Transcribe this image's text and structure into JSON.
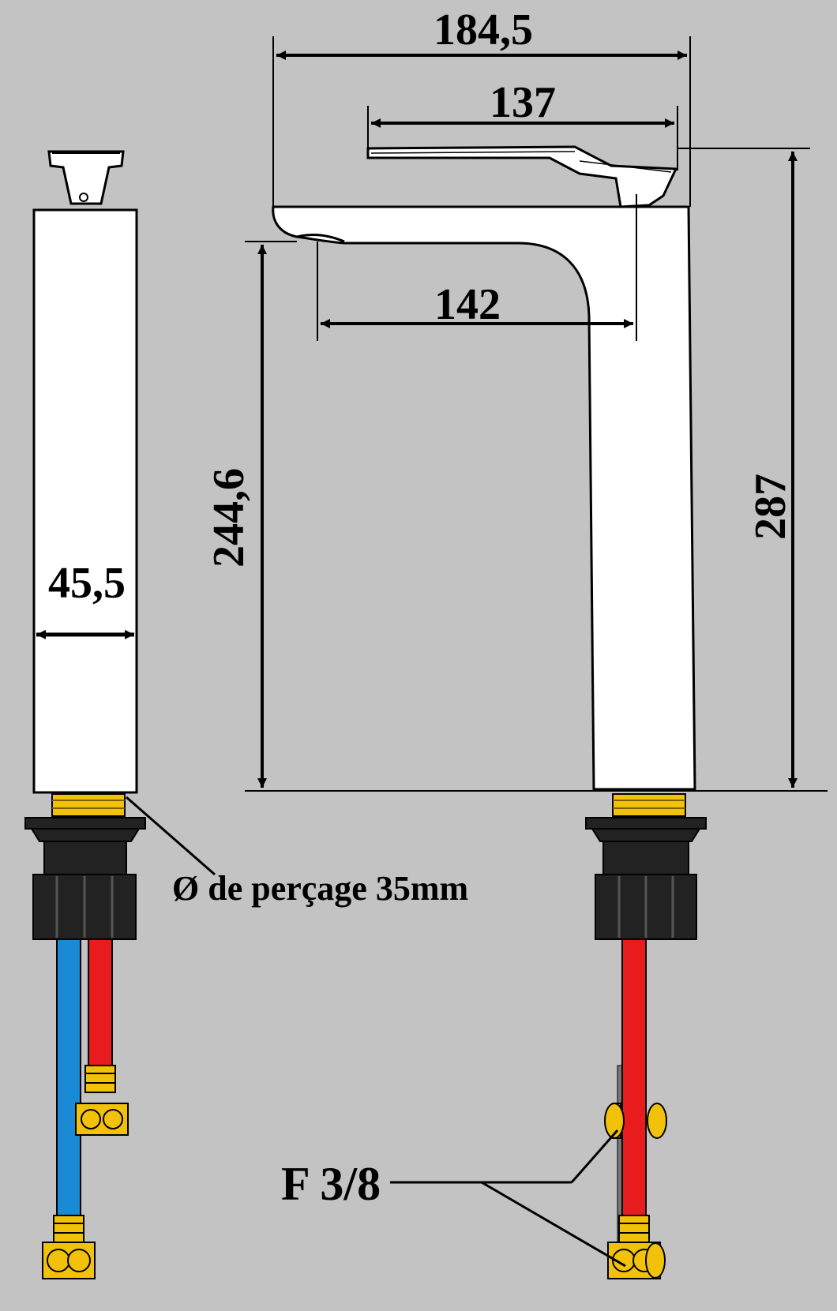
{
  "dimensions": {
    "overall_length": "184,5",
    "handle_length": "137",
    "spout_reach": "142",
    "spout_height": "244,6",
    "total_height": "287",
    "body_width": "45,5"
  },
  "annotations": {
    "drilling": "Ø de perçage 35mm",
    "connector": "F 3/8"
  },
  "colors": {
    "background": "#c3c3c3",
    "body": "#ffffff",
    "line": "#000000",
    "hot_hose": "#e81c1c",
    "cold_hose": "#1a8ad4",
    "brass": "#f2c20a",
    "nut": "#222222"
  }
}
